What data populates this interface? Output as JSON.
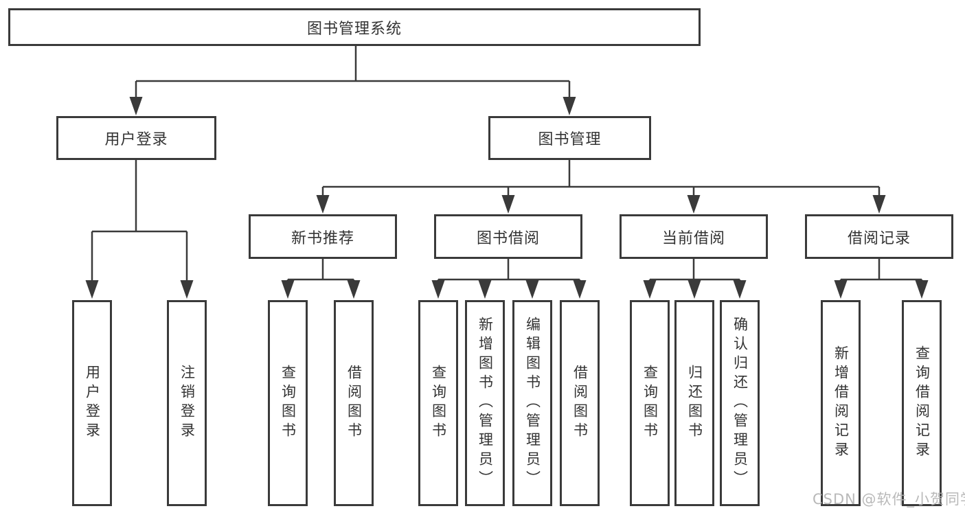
{
  "diagram": {
    "title_note": "functional structure diagram",
    "colors": {
      "line": "#3a3a3a",
      "text": "#333333",
      "watermark": "#b2b2b2",
      "background": "#ffffff"
    },
    "root": {
      "label": "图书管理系统"
    },
    "level2": [
      {
        "label": "用户登录"
      },
      {
        "label": "图书管理"
      }
    ],
    "level3": [
      {
        "label": "新书推荐",
        "parent": "图书管理"
      },
      {
        "label": "图书借阅",
        "parent": "图书管理"
      },
      {
        "label": "当前借阅",
        "parent": "图书管理"
      },
      {
        "label": "借阅记录",
        "parent": "图书管理"
      }
    ],
    "leaves": [
      {
        "label": "用户登录",
        "parent": "用户登录"
      },
      {
        "label": "注销登录",
        "parent": "用户登录"
      },
      {
        "label": "查询图书",
        "parent": "新书推荐"
      },
      {
        "label": "借阅图书",
        "parent": "新书推荐"
      },
      {
        "label": "查询图书",
        "parent": "图书借阅"
      },
      {
        "label": "新增图书（管理员）",
        "parent": "图书借阅"
      },
      {
        "label": "编辑图书（管理员）",
        "parent": "图书借阅"
      },
      {
        "label": "借阅图书",
        "parent": "图书借阅"
      },
      {
        "label": "查询图书",
        "parent": "当前借阅"
      },
      {
        "label": "归还图书",
        "parent": "当前借阅"
      },
      {
        "label": "确认归还（管理员）",
        "parent": "当前借阅"
      },
      {
        "label": "新增借阅记录",
        "parent": "借阅记录"
      },
      {
        "label": "查询借阅记录",
        "parent": "借阅记录"
      }
    ],
    "watermark": {
      "text": "CSDN @软件_小贺同学"
    }
  }
}
